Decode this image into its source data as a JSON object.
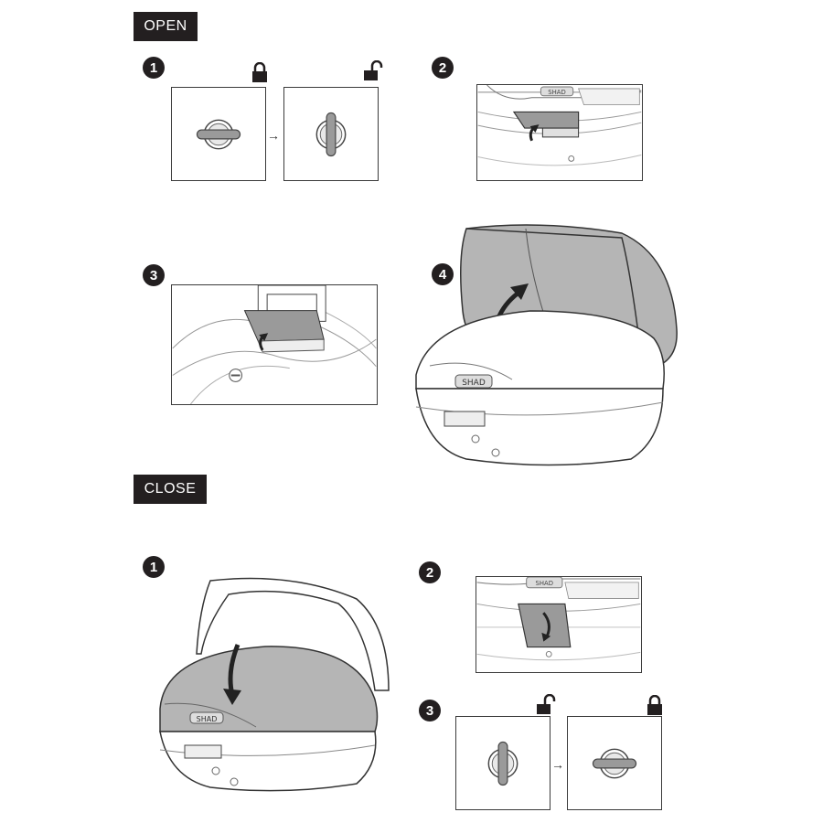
{
  "open": {
    "label": "OPEN",
    "steps": [
      "1",
      "2",
      "3",
      "4"
    ]
  },
  "close": {
    "label": "CLOSE",
    "steps": [
      "1",
      "2",
      "3"
    ]
  },
  "arrow_glyph": "→",
  "brand": "SHAD",
  "icons": {
    "locked": "padlock-closed-icon",
    "unlocked": "padlock-open-icon"
  },
  "colors": {
    "ink": "#231f20",
    "panel_gray": "#b5b5b5",
    "highlight_gray": "#9a9a9a"
  }
}
